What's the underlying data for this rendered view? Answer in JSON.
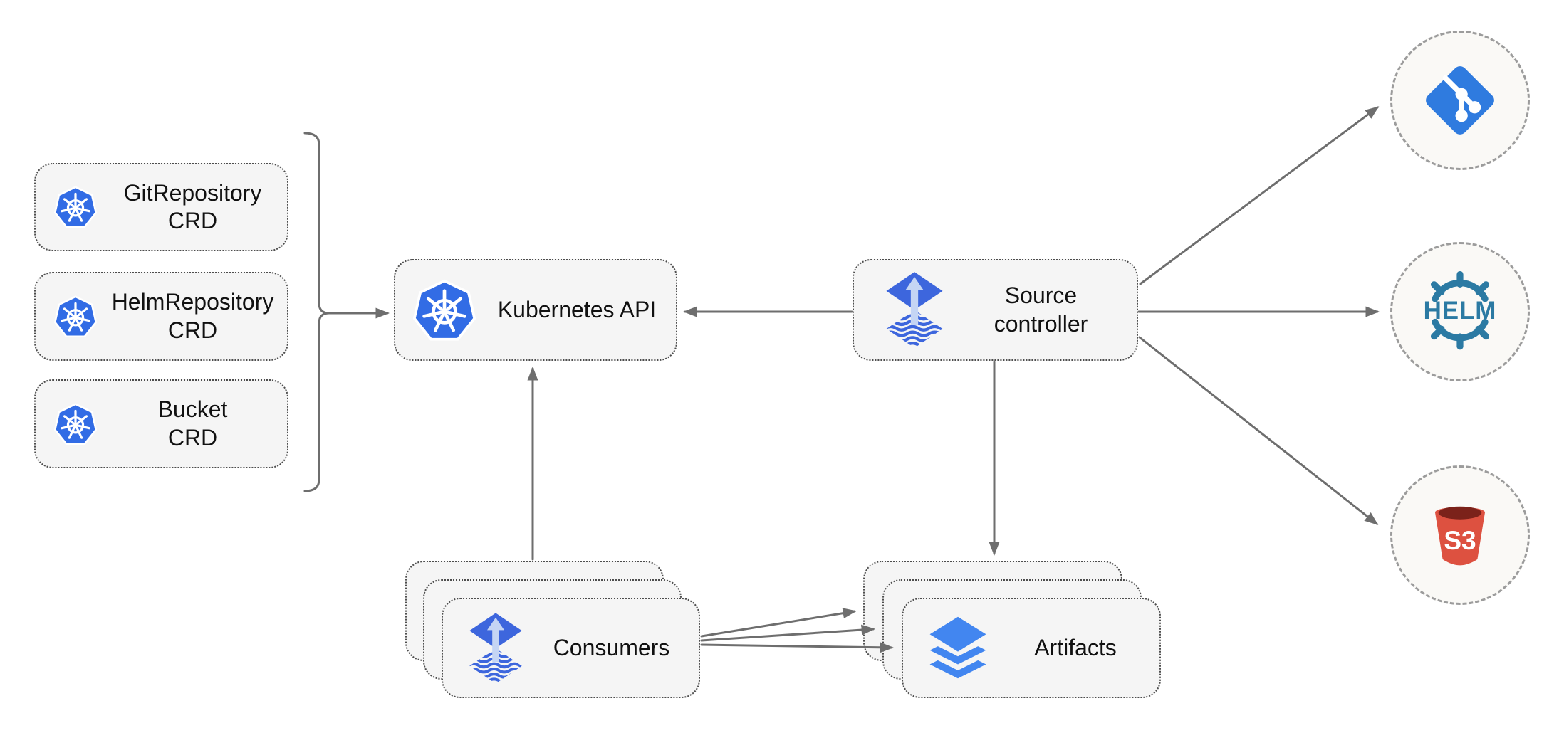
{
  "nodes": {
    "git_repository_crd": {
      "line1": "GitRepository",
      "line2": "CRD",
      "icon": "kubernetes-icon"
    },
    "helm_repository_crd": {
      "line1": "HelmRepository",
      "line2": "CRD",
      "icon": "kubernetes-icon"
    },
    "bucket_crd": {
      "line1": "Bucket",
      "line2": "CRD",
      "icon": "kubernetes-icon"
    },
    "kubernetes_api": {
      "label": "Kubernetes API",
      "icon": "kubernetes-icon"
    },
    "source_controller": {
      "line1": "Source",
      "line2": "controller",
      "icon": "flux-icon"
    },
    "consumers": {
      "label": "Consumers",
      "icon": "flux-icon",
      "stack_count": 3
    },
    "artifacts": {
      "label": "Artifacts",
      "icon": "layers-icon",
      "stack_count": 3
    },
    "git_endpoint": {
      "icon": "git-icon"
    },
    "helm_endpoint": {
      "icon": "helm-icon",
      "logo_text": "HELM"
    },
    "s3_endpoint": {
      "icon": "s3-bucket-icon",
      "logo_text": "S3"
    }
  },
  "edges": [
    {
      "from": "crd-group-bracket",
      "to": "kubernetes_api",
      "arrows": 1
    },
    {
      "from": "source_controller",
      "to": "kubernetes_api",
      "arrows": 1
    },
    {
      "from": "consumers",
      "to": "kubernetes_api",
      "arrows": 1
    },
    {
      "from": "source_controller",
      "to": "artifacts",
      "arrows": 1
    },
    {
      "from": "source_controller",
      "to": "git_endpoint",
      "arrows": 1
    },
    {
      "from": "source_controller",
      "to": "helm_endpoint",
      "arrows": 1
    },
    {
      "from": "source_controller",
      "to": "s3_endpoint",
      "arrows": 1
    },
    {
      "from": "consumers",
      "to": "artifacts",
      "arrows": 3
    }
  ],
  "colors": {
    "kubernetes-blue": "#326ce5",
    "flux-blue": "#3d66dd",
    "flux-arrow-light": "#c5d5f4",
    "git-blue": "#2f7bdf",
    "helm-teal": "#2b7aa3",
    "s3-red": "#dd5140",
    "s3-dark-red": "#7b221a",
    "layers-blue": "#4286f0",
    "arrow-gray": "#6e6e6e",
    "node-fill": "#f5f5f5",
    "node-border": "#4d4d4d",
    "circle-fill": "#faf9f6",
    "circle-border": "#9c9c9c",
    "text-color": "#111111"
  }
}
